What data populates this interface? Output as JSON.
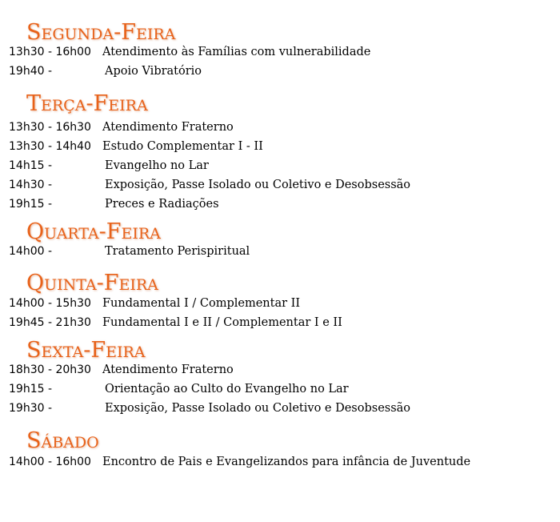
{
  "days": [
    {
      "title": "Segunda-Feira",
      "entries": [
        {
          "time": "13h30 - 16h00",
          "activity": "Atendimento às Famílias com vulnerabilidade"
        },
        {
          "time": "19h40 -",
          "activity": "Apoio Vibratório"
        }
      ]
    },
    {
      "title": "Terça-Feira",
      "entries": [
        {
          "time": "13h30 - 16h30",
          "activity": "Atendimento Fraterno"
        },
        {
          "time": "13h30 - 14h40",
          "activity": "Estudo Complementar I - II"
        },
        {
          "time": "14h15 -",
          "activity": "Evangelho no Lar"
        },
        {
          "time": "14h30 -",
          "activity": "Exposição, Passe Isolado ou Coletivo e Desobsessão"
        },
        {
          "time": "19h15 -",
          "activity": "Preces e Radiações"
        }
      ]
    },
    {
      "title": "Quarta-Feira",
      "entries": [
        {
          "time": "14h00 -",
          "activity": "Tratamento Perispiritual"
        }
      ]
    },
    {
      "title": "Quinta-Feira",
      "entries": [
        {
          "time": "14h00 - 15h30",
          "activity": "Fundamental I / Complementar II"
        },
        {
          "time": "19h45 - 21h30",
          "activity": "Fundamental I e II / Complementar I e II"
        }
      ]
    },
    {
      "title": "Sexta-Feira",
      "entries": [
        {
          "time": "18h30 - 20h30",
          "activity": "Atendimento Fraterno"
        },
        {
          "time": "19h15 -",
          "activity": "Orientação ao Culto do Evangelho no Lar"
        },
        {
          "time": "19h30 -",
          "activity": "Exposição, Passe Isolado ou Coletivo e Desobsessão"
        }
      ]
    },
    {
      "title": "Sábado",
      "entries": [
        {
          "time": "14h00 - 16h00",
          "activity": "Encontro de Pais e Evangelizandos para infância de Juventude"
        }
      ]
    }
  ],
  "colors": {
    "day_title": "#e8621a",
    "text": "#000000",
    "background": "#ffffff"
  }
}
